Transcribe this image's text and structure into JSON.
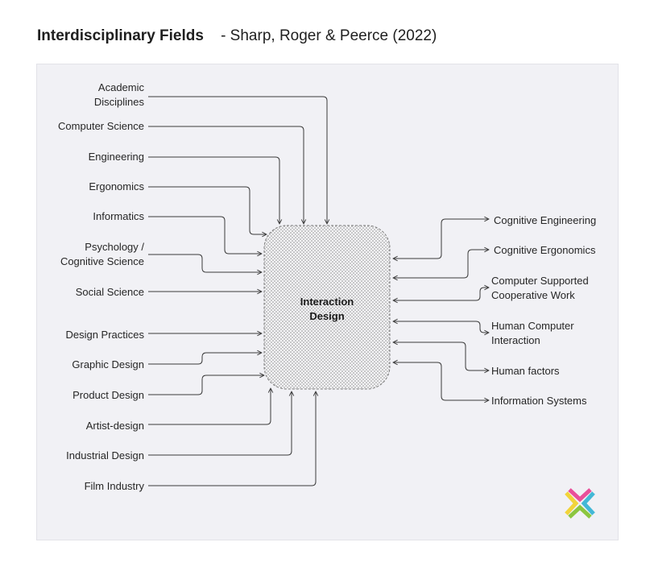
{
  "header": {
    "title_bold": "Interdisciplinary Fields",
    "title_rest": "- Sharp, Roger & Peerce (2022)"
  },
  "diagram": {
    "center_line1": "Interaction",
    "center_line2": "Design",
    "left": {
      "academic_l1": "Academic",
      "academic_l2": "Disciplines",
      "computer_science": "Computer Science",
      "engineering": "Engineering",
      "ergonomics": "Ergonomics",
      "informatics": "Informatics",
      "psychology_l1": "Psychology /",
      "psychology_l2": "Cognitive Science",
      "social_science": "Social Science",
      "design_practices": "Design Practices",
      "graphic_design": "Graphic Design",
      "product_design": "Product Design",
      "artist_design": "Artist-design",
      "industrial_design": "Industrial Design",
      "film_industry": "Film Industry"
    },
    "right": {
      "cognitive_engineering": "Cognitive Engineering",
      "cognitive_ergonomics": "Cognitive Ergonomics",
      "cscw_l1": "Computer Supported",
      "cscw_l2": "Cooperative Work",
      "hci_l1": "Human Computer",
      "hci_l2": "Interaction",
      "human_factors": "Human factors",
      "information_systems": "Information Systems"
    }
  },
  "logo": {
    "colors": [
      "#e94f9a",
      "#43b8d6",
      "#f2d43a",
      "#8cc63f"
    ]
  }
}
